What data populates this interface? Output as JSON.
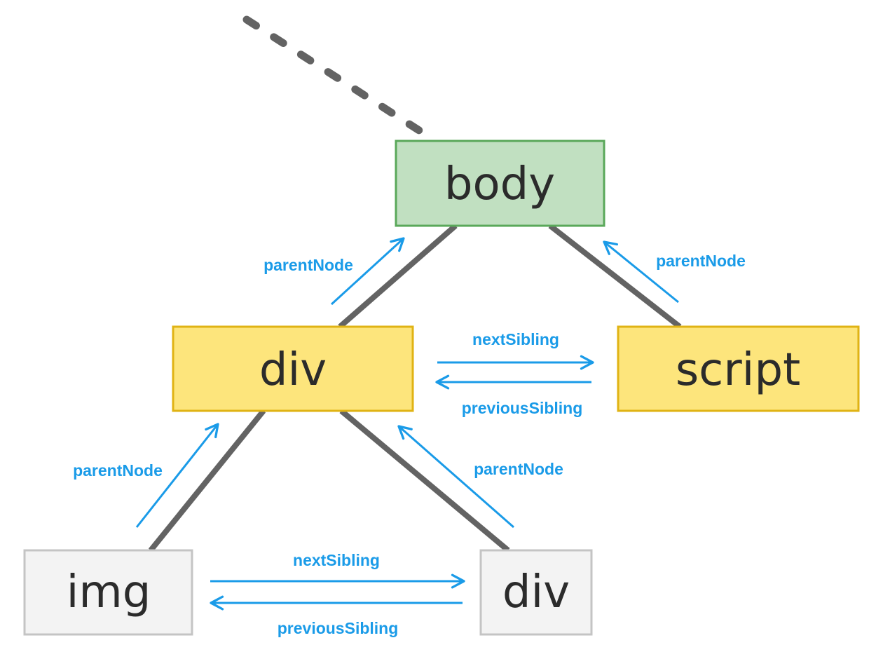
{
  "nodes": {
    "body": {
      "label": "body",
      "fill": "#c1e0c1",
      "stroke": "#5aa85a"
    },
    "div_top": {
      "label": "div",
      "fill": "#fde57c",
      "stroke": "#e0b314"
    },
    "script": {
      "label": "script",
      "fill": "#fde57c",
      "stroke": "#e0b314"
    },
    "img": {
      "label": "img",
      "fill": "#f3f3f3",
      "stroke": "#c4c4c4"
    },
    "div_bottom": {
      "label": "div",
      "fill": "#f3f3f3",
      "stroke": "#c4c4c4"
    }
  },
  "relations": {
    "div_to_body": "parentNode",
    "script_to_body": "parentNode",
    "img_to_div": "parentNode",
    "div_bottom_to_div": "parentNode",
    "div_script_next": "nextSibling",
    "div_script_prev": "previousSibling",
    "img_div_next": "nextSibling",
    "img_div_prev": "previousSibling"
  },
  "colors": {
    "edge": "#636363",
    "arrow": "#1a9be8"
  }
}
